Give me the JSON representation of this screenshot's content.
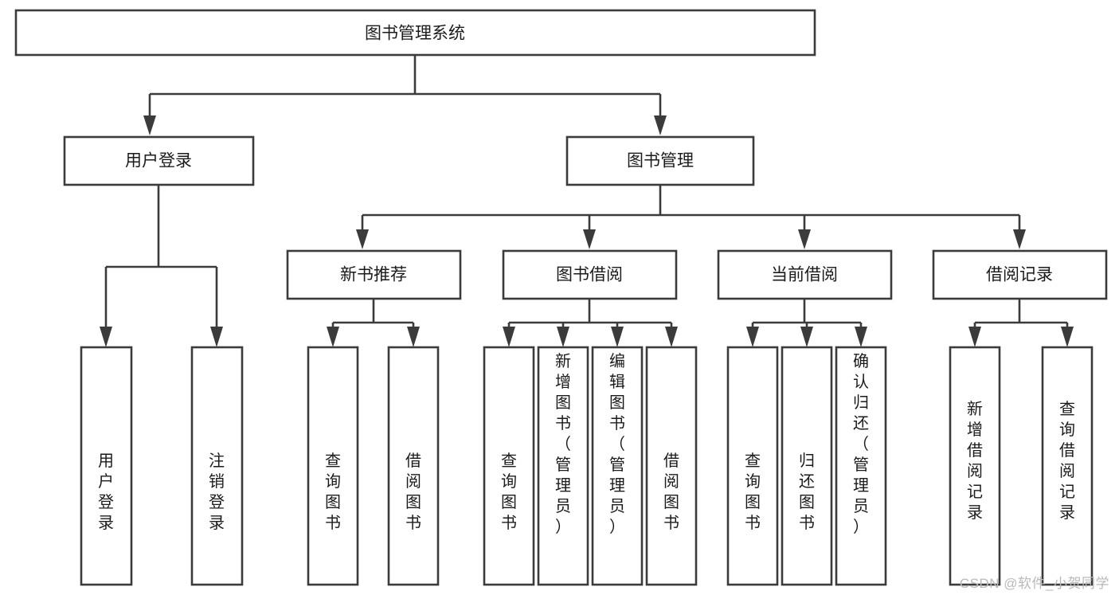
{
  "diagram": {
    "type": "tree-hierarchy",
    "title": "图书管理系统",
    "watermark": "CSDN @软件_小贺同学",
    "colors": {
      "box_stroke": "#3b3b3b",
      "box_fill": "#ffffff",
      "text": "#1b1b1b",
      "background": "#ffffff",
      "watermark": "#b9b9b9"
    },
    "levels": {
      "root": {
        "label": "图书管理系统"
      },
      "level1": [
        {
          "id": "user-login",
          "label": "用户登录"
        },
        {
          "id": "book-management",
          "label": "图书管理"
        }
      ],
      "level2": [
        {
          "id": "new-book-recommend",
          "label": "新书推荐",
          "parent": "book-management"
        },
        {
          "id": "book-borrow",
          "label": "图书借阅",
          "parent": "book-management"
        },
        {
          "id": "current-borrow",
          "label": "当前借阅",
          "parent": "book-management"
        },
        {
          "id": "borrow-record",
          "label": "借阅记录",
          "parent": "book-management"
        }
      ],
      "leaves": {
        "user-login": [
          {
            "id": "leaf-user-login",
            "label": "用户登录"
          },
          {
            "id": "leaf-user-logout",
            "label": "注销登录"
          }
        ],
        "new-book-recommend": [
          {
            "id": "leaf-query-book-1",
            "label": "查询图书"
          },
          {
            "id": "leaf-borrow-book-1",
            "label": "借阅图书"
          }
        ],
        "book-borrow": [
          {
            "id": "leaf-query-book-2",
            "label": "查询图书"
          },
          {
            "id": "leaf-add-book",
            "label": "新增图书（管理员）"
          },
          {
            "id": "leaf-edit-book",
            "label": "编辑图书（管理员）"
          },
          {
            "id": "leaf-borrow-book-2",
            "label": "借阅图书"
          }
        ],
        "current-borrow": [
          {
            "id": "leaf-query-book-3",
            "label": "查询图书"
          },
          {
            "id": "leaf-return-book",
            "label": "归还图书"
          },
          {
            "id": "leaf-confirm-return",
            "label": "确认归还（管理员）"
          }
        ],
        "borrow-record": [
          {
            "id": "leaf-add-record",
            "label": "新增借阅记录"
          },
          {
            "id": "leaf-query-record",
            "label": "查询借阅记录"
          }
        ]
      }
    }
  }
}
